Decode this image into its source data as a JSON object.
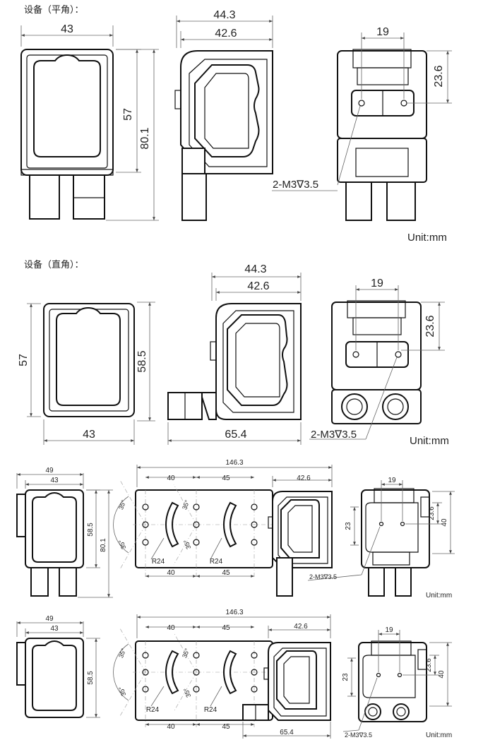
{
  "sections": [
    {
      "title": "设备（平角）：",
      "unit": "Unit:mm"
    },
    {
      "title": "设备（直角）：",
      "unit": "Unit:mm"
    },
    {
      "unit": "Unit:mm"
    },
    {
      "unit": "Unit:mm"
    }
  ],
  "dims": {
    "s1_front_w": "43",
    "s1_front_h": "57",
    "s1_total_h": "80.1",
    "s1_side_outer": "44.3",
    "s1_side_inner": "42.6",
    "s1_back_w": "19",
    "s1_back_h": "23.6",
    "s1_screw": "2-M3∇3.5",
    "s2_front_h": "57",
    "s2_front_h2": "58.5",
    "s2_front_w": "43",
    "s2_side_outer": "44.3",
    "s2_side_inner": "42.6",
    "s2_side_len": "65.4",
    "s2_back_w": "19",
    "s2_back_h": "23.6",
    "s2_screw": "2-M3∇3.5",
    "s3_w49": "49",
    "s3_w43": "43",
    "s3_h58": "58.5",
    "s3_h80": "80.1",
    "s3_total": "146.3",
    "s3_40a": "40",
    "s3_45a": "45",
    "s3_426": "42.6",
    "s3_35a": "35°",
    "s3_35b": "35°",
    "s3_35c": "35°",
    "s3_35d": "35°",
    "s3_r24a": "R24",
    "s3_r24b": "R24",
    "s3_40b": "40",
    "s3_45b": "45",
    "s3_b19": "19",
    "s3_b236": "23.6",
    "s3_b23": "23",
    "s3_b40": "40",
    "s3_screw": "2-M3∇3.5",
    "s4_w49": "49",
    "s4_w43": "43",
    "s4_h58": "58.5",
    "s4_total": "146.3",
    "s4_40a": "40",
    "s4_45a": "45",
    "s4_426": "42.6",
    "s4_35a": "35°",
    "s4_35b": "35°",
    "s4_35c": "35°",
    "s4_35d": "35°",
    "s4_r24a": "R24",
    "s4_r24b": "R24",
    "s4_40b": "40",
    "s4_45b": "45",
    "s4_654": "65.4",
    "s4_b19": "19",
    "s4_b236": "23.6",
    "s4_b23": "23",
    "s4_b40": "40",
    "s4_screw": "2-M3∇3.5"
  }
}
